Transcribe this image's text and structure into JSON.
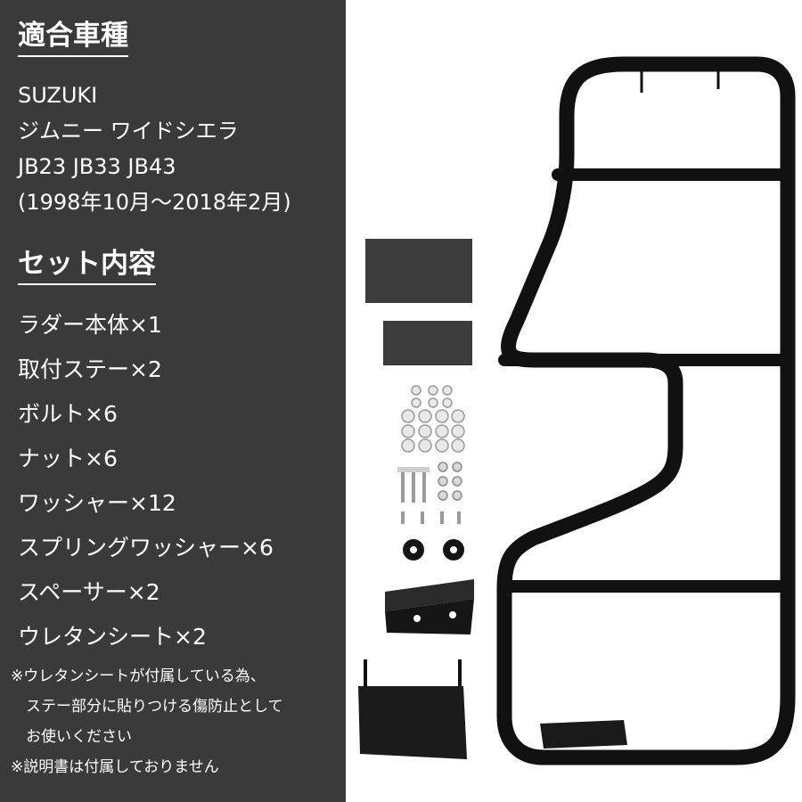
{
  "fit": {
    "heading": "適合車種",
    "lines": [
      "SUZUKI",
      "ジムニー ワイドシエラ",
      "JB23 JB33 JB43",
      "(1998年10月～2018年2月)"
    ]
  },
  "set": {
    "heading": "セット内容",
    "items": [
      "ラダー本体×1",
      "取付ステー×2",
      "ボルト×6",
      "ナット×6",
      "ワッシャー×12",
      "スプリングワッシャー×6",
      "スペーサー×2",
      "ウレタンシート×2"
    ]
  },
  "notes": [
    "※ウレタンシートが付属している為、",
    "　ステー部分に貼りつける傷防止として",
    "　お使いください",
    "※説明書は付属しておりません"
  ],
  "colors": {
    "panel": "#3a3a3a",
    "text": "#ffffff",
    "product": "#111111"
  }
}
